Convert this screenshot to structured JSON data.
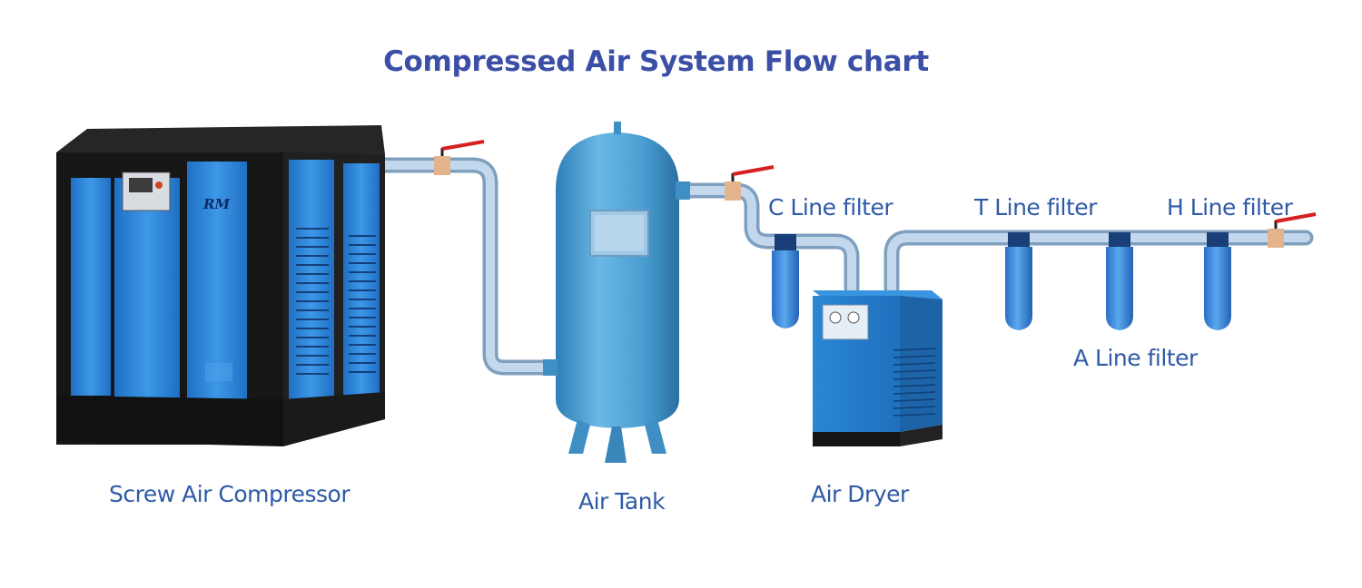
{
  "title": "Compressed Air System Flow chart",
  "labels": {
    "compressor": "Screw Air Compressor",
    "tank": "Air Tank",
    "dryer": "Air Dryer",
    "c_filter": "C Line filter",
    "t_filter": "T Line filter",
    "h_filter": "H Line filter",
    "a_filter": "A Line filter"
  },
  "brand": "RM",
  "colors": {
    "title": "#3b4fa6",
    "label": "#2e5aa6",
    "equipment_blue": "#2f86d8",
    "tank_blue": "#4a9fd2",
    "frame_black": "#141414",
    "pipe": "#a9c3dd",
    "valve_handle": "#d62020",
    "fitting": "#e3b48c"
  }
}
